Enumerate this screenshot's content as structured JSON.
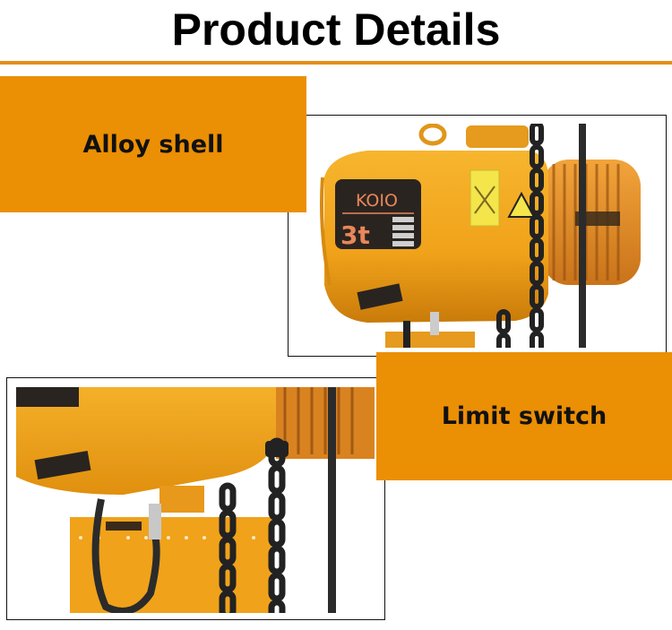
{
  "header": {
    "title": "Product Details",
    "accent_color": "#E58E1A"
  },
  "features": [
    {
      "label": "Alloy shell",
      "box_color": "#EB8F04"
    },
    {
      "label": "Limit switch",
      "box_color": "#EB8F04"
    }
  ],
  "photos": {
    "top": {
      "subject": "electric chain hoist body",
      "nameplate_brand": "KOIO",
      "nameplate_capacity": "3t",
      "body_color": "#F0A21A"
    },
    "bottom": {
      "subject": "hoist underside with chain and limit switch cable",
      "body_color": "#F0A21A"
    }
  }
}
